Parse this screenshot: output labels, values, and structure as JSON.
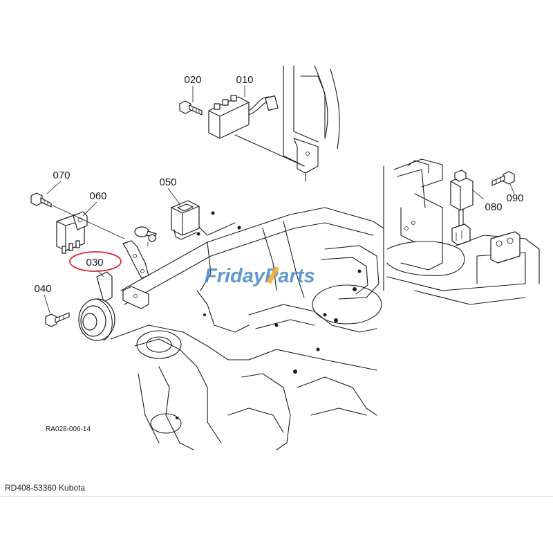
{
  "callouts": {
    "p010": "010",
    "p020": "020",
    "p030": "030",
    "p040": "040",
    "p050": "050",
    "p060": "060",
    "p070": "070",
    "p080": "080",
    "p090": "090"
  },
  "drawing_code": "RA028-006-14",
  "watermark": {
    "text": "FridayParts",
    "color": "#3a7fc4",
    "accent": "#f2a51a"
  },
  "highlight": {
    "part": "030",
    "color": "#e0282e"
  },
  "caption": "RD408-53360 Kubota"
}
